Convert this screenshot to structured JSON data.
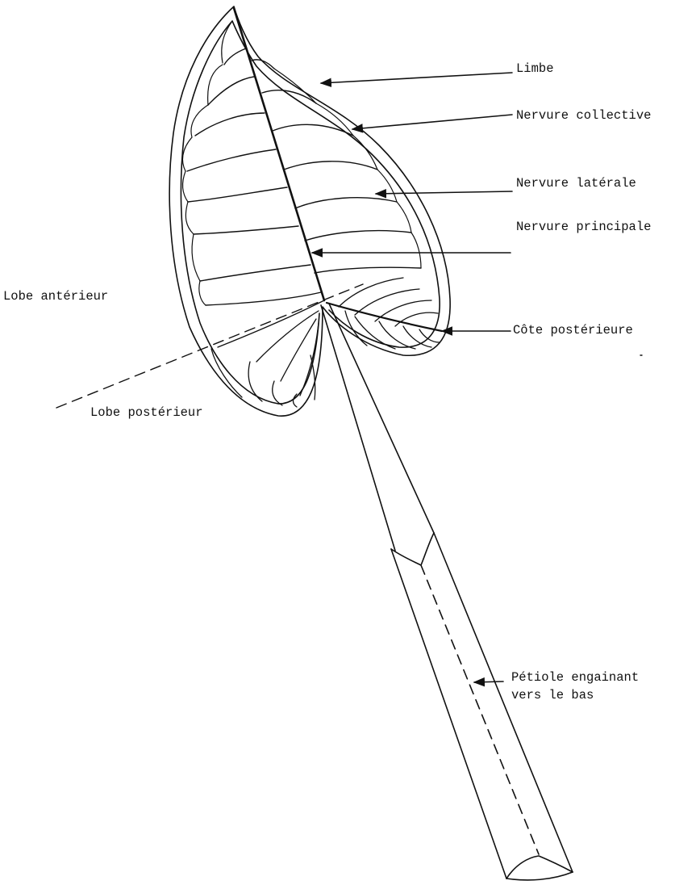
{
  "labels": {
    "limbe": "Limbe",
    "nervure_collective": "Nervure collective",
    "nervure_laterale": "Nervure latérale",
    "nervure_principale": "Nervure principale",
    "lobe_anterieur": "Lobe antérieur",
    "cote_posterieure": "Côte postérieure",
    "lobe_posterieur": "Lobe postérieur",
    "petiole_line1": "Pétiole engainant",
    "petiole_line2": "vers le bas"
  },
  "colors": {
    "ink": "#111111",
    "paper": "#ffffff"
  }
}
